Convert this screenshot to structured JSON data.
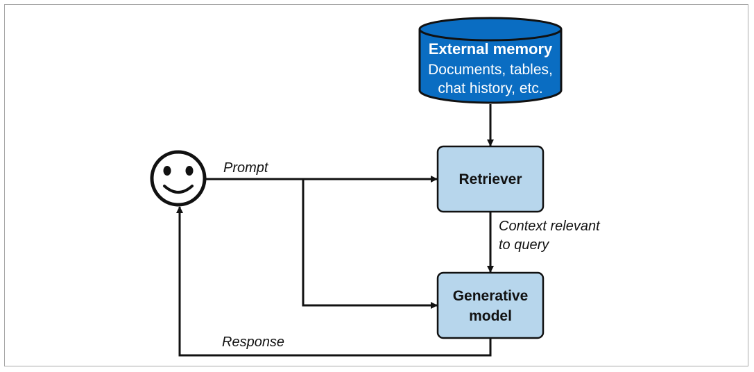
{
  "diagram": {
    "nodes": {
      "external_memory": {
        "title": "External memory",
        "line1": "Documents, tables,",
        "line2": "chat history, etc."
      },
      "retriever": {
        "label": "Retriever"
      },
      "generative_model": {
        "line1": "Generative",
        "line2": "model"
      },
      "user": {
        "icon": "smiley-face-icon"
      }
    },
    "edges": {
      "prompt": "Prompt",
      "context_line1": "Context relevant",
      "context_line2": "to query",
      "response": "Response"
    },
    "colors": {
      "db_fill": "#0a6dc2",
      "db_stroke": "#111111",
      "box_fill": "#b7d6ec",
      "box_stroke": "#111111",
      "line": "#111111"
    }
  }
}
